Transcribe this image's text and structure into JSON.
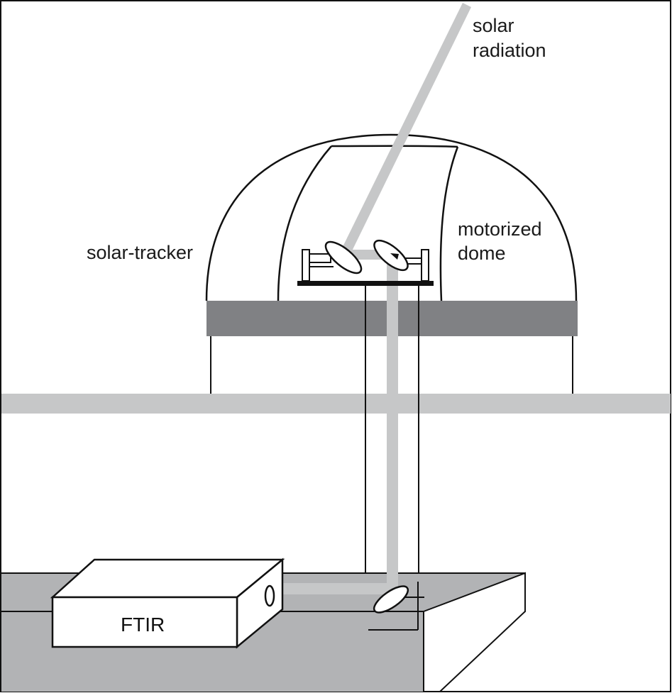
{
  "labels": {
    "solar_line1": "solar",
    "solar_line2": "radiation",
    "motorized_line1": "motorized",
    "motorized_line2": "dome",
    "solar_tracker": "solar-tracker",
    "ftir": "FTIR"
  },
  "colors": {
    "beam": "#c6c7c8",
    "dome_band": "#808184",
    "floor_slab": "#b2b3b5",
    "line": "#111111"
  }
}
